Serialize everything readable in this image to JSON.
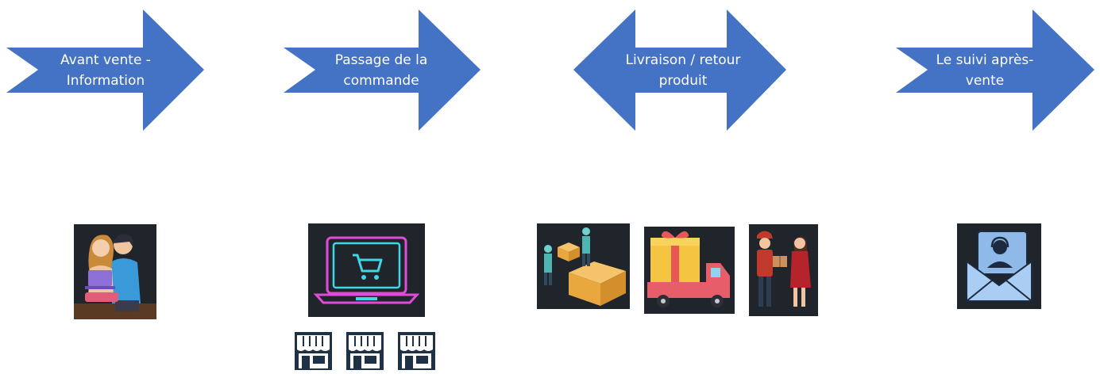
{
  "diagram": {
    "steps": [
      {
        "line1": "Avant vente -",
        "line2": "Information",
        "shape": "right-arrow"
      },
      {
        "line1": "Passage de la",
        "line2": "commande",
        "shape": "right-arrow"
      },
      {
        "line1": "Livraison / retour",
        "line2": "produit",
        "shape": "double-arrow"
      },
      {
        "line1": "Le suivi après-",
        "line2": "vente",
        "shape": "right-arrow"
      }
    ],
    "colors": {
      "arrow": "#4472c4",
      "label": "#ffffff",
      "tile_bg": "#20242b"
    },
    "illustrations": [
      {
        "step": 1,
        "icon": "couple-browsing-laptop-icon"
      },
      {
        "step": 2,
        "icon": "neon-laptop-cart-icon"
      },
      {
        "step": 2,
        "icon": "storefront-icon",
        "count": 3
      },
      {
        "step": 3,
        "icon": "parcel-delivery-workers-icon"
      },
      {
        "step": 3,
        "icon": "gift-truck-icon"
      },
      {
        "step": 3,
        "icon": "courier-handover-icon"
      },
      {
        "step": 4,
        "icon": "envelope-support-agent-icon"
      }
    ]
  }
}
